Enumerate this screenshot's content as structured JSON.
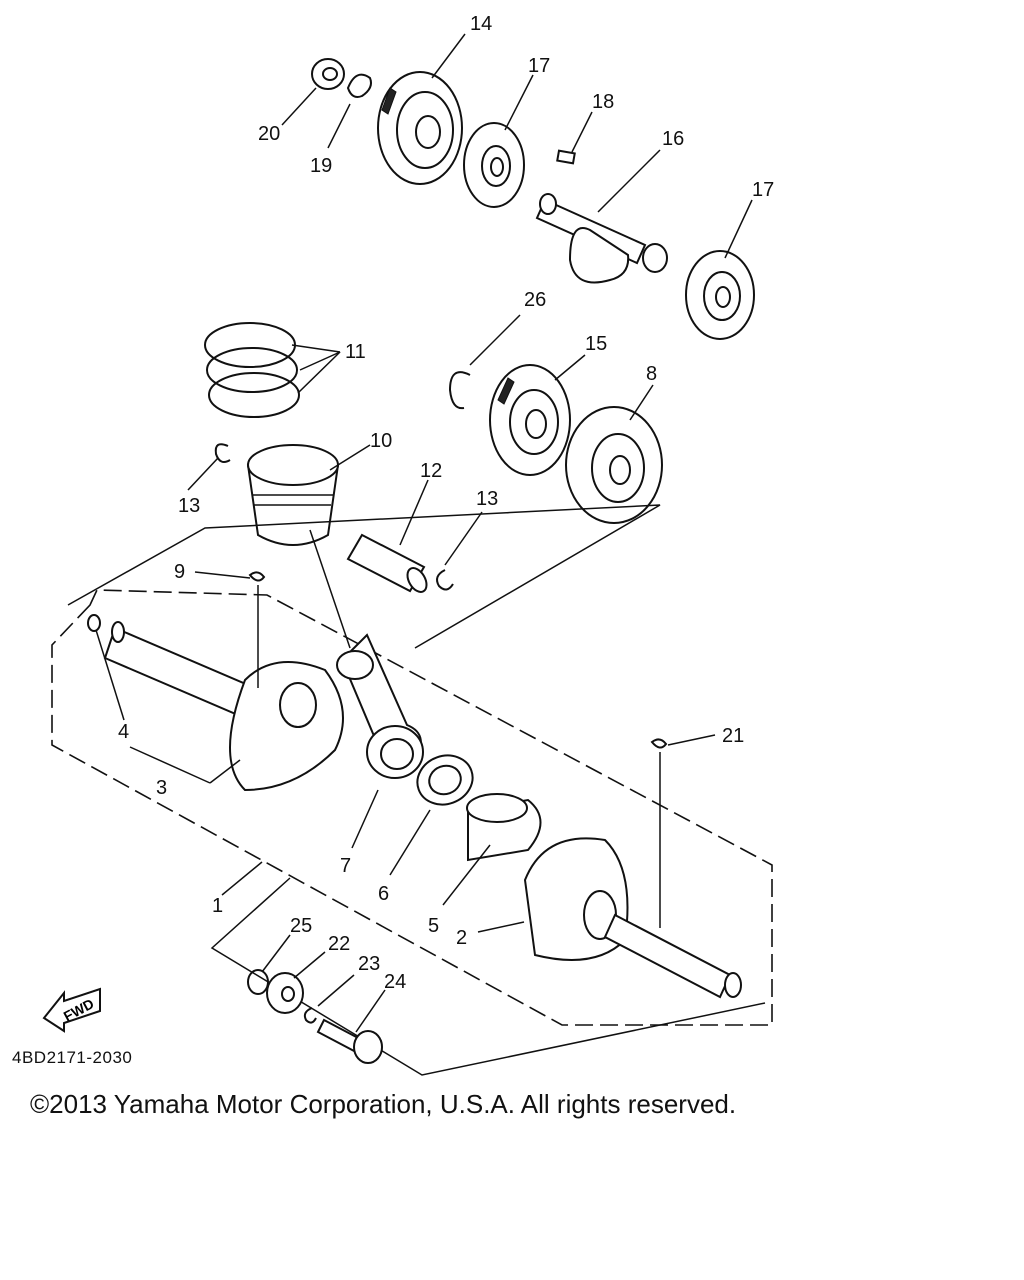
{
  "diagram": {
    "callouts": [
      "1",
      "2",
      "3",
      "4",
      "5",
      "6",
      "7",
      "8",
      "9",
      "10",
      "11",
      "12",
      "13",
      "13",
      "14",
      "15",
      "16",
      "17",
      "17",
      "18",
      "19",
      "20",
      "21",
      "22",
      "23",
      "24",
      "25",
      "26"
    ],
    "fwd_label": "FWD",
    "diagram_code": "4BD2171-2030"
  },
  "footer": {
    "copyright": "©2013 Yamaha Motor Corporation, U.S.A. All rights reserved."
  }
}
